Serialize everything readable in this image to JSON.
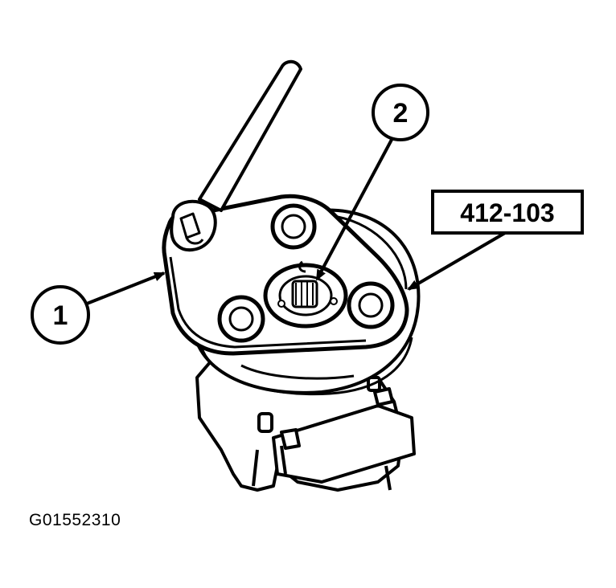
{
  "callouts": {
    "one": "1",
    "two": "2"
  },
  "tool_label": "412-103",
  "figure_code": "G01552310"
}
